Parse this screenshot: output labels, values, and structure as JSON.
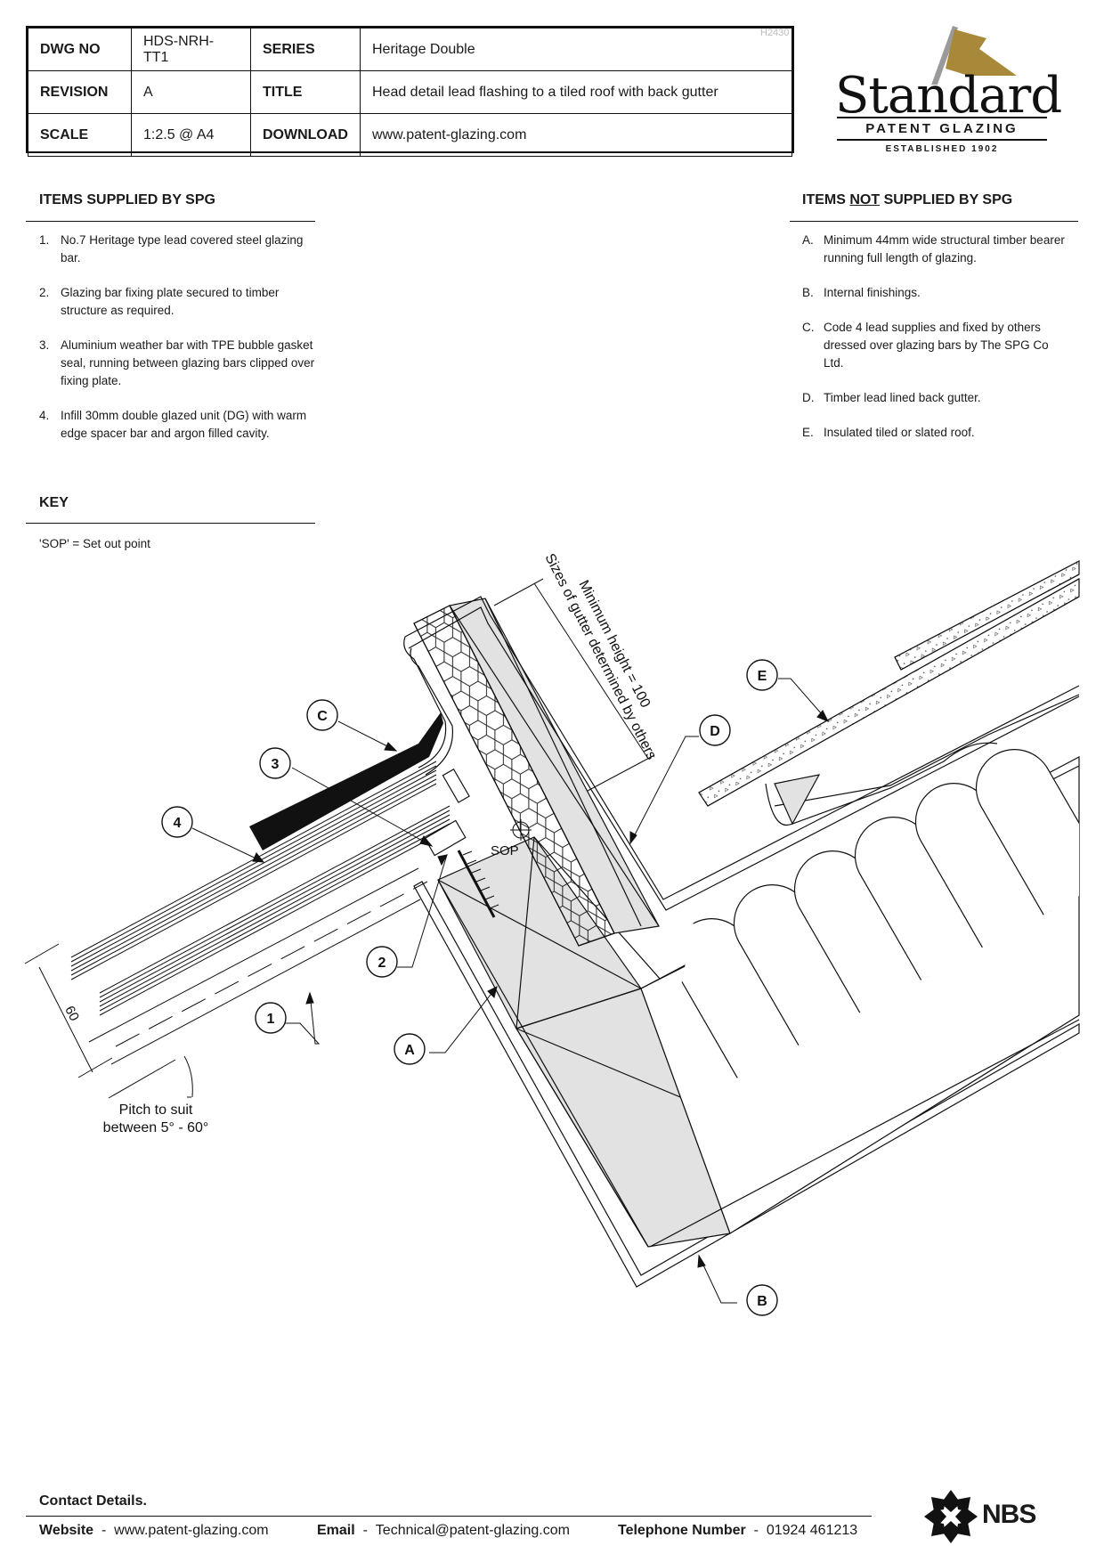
{
  "titleblock": {
    "dwg_no_label": "DWG NO",
    "dwg_no": "HDS-NRH-TT1",
    "series_label": "SERIES",
    "series": "Heritage Double",
    "revision_label": "REVISION",
    "revision": "A",
    "title_label": "TITLE",
    "title": "Head detail lead flashing to a tiled roof with back gutter",
    "scale_label": "SCALE",
    "scale": "1:2.5 @ A4",
    "download_label": "DOWNLOAD",
    "download": "www.patent-glazing.com",
    "ref": "H2430"
  },
  "logo": {
    "word": "Standard",
    "sub": "PATENT GLAZING",
    "est": "ESTABLISHED 1902",
    "flag_color": "#a8893a",
    "pole_color": "#9a9a9a"
  },
  "supplied": {
    "heading": "ITEMS SUPPLIED BY SPG",
    "items": [
      {
        "num": "1.",
        "text": "No.7 Heritage type lead covered steel glazing bar."
      },
      {
        "num": "2.",
        "text": "Glazing bar fixing plate secured to timber structure as required."
      },
      {
        "num": "3.",
        "text": "Aluminium weather bar with TPE bubble gasket seal, running between glazing bars clipped over fixing plate."
      },
      {
        "num": "4.",
        "text": "Infill 30mm double glazed unit (DG) with warm edge spacer bar and argon filled cavity."
      }
    ]
  },
  "not_supplied": {
    "heading_a": "ITEMS ",
    "heading_b": "NOT",
    "heading_c": " SUPPLIED BY SPG",
    "items": [
      {
        "num": "A.",
        "text": "Minimum 44mm wide structural timber bearer running full length of glazing."
      },
      {
        "num": "B.",
        "text": "Internal finishings."
      },
      {
        "num": "C.",
        "text": "Code 4 lead supplies and fixed by others dressed over glazing bars by The SPG Co Ltd."
      },
      {
        "num": "D.",
        "text": "Timber lead lined back gutter."
      },
      {
        "num": "E.",
        "text": "Insulated tiled or slated roof."
      }
    ]
  },
  "key": {
    "heading": "KEY",
    "text": "'SOP' = Set out point"
  },
  "drawing": {
    "labels": {
      "c": "C",
      "three": "3",
      "four": "4",
      "two": "2",
      "one": "1",
      "a": "A",
      "b": "B",
      "d": "D",
      "e": "E"
    },
    "sop": "SOP",
    "dim_60": "60",
    "min_height": "Minimum height = 100",
    "gutter_note": "Sizes of gutter determined by others",
    "pitch_line1": "Pitch to suit",
    "pitch_line2": "between 5° - 60°"
  },
  "footer": {
    "heading": "Contact Details.",
    "website_label": "Website",
    "website": "www.patent-glazing.com",
    "email_label": "Email",
    "email": "Technical@patent-glazing.com",
    "phone_label": "Telephone Number",
    "phone": "01924 461213",
    "nbs": "NBS"
  }
}
